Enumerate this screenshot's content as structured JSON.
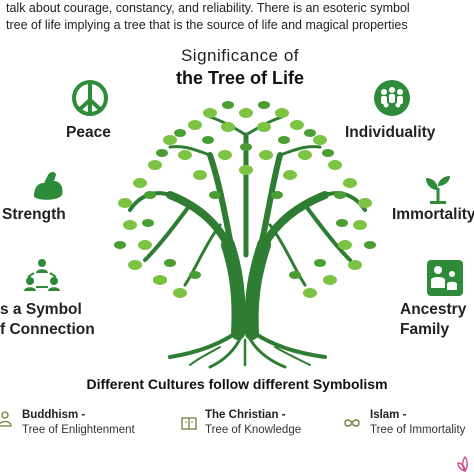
{
  "intro": {
    "line1": "talk about courage, constancy, and reliability. There is an esoteric symbol",
    "line2": "tree of life implying a tree that is the source of life and magical properties"
  },
  "title": {
    "line1": "Significance of",
    "line2": "the Tree of Life"
  },
  "symbols": {
    "peace": "Peace",
    "individuality": "Individuality",
    "strength": "Strength",
    "immortality": "Immortality",
    "connection_line1": "s a Symbol",
    "connection_line2": "f Connection",
    "ancestry_line1": "Ancestry",
    "ancestry_line2": "Family"
  },
  "cultures": {
    "heading": "Different Cultures follow different Symbolism",
    "buddhism_title": "Buddhism -",
    "buddhism_sub": "Tree of Enlightenment",
    "christian_title": "The Christian -",
    "christian_sub": "Tree of Knowledge",
    "islam_title": "Islam -",
    "islam_sub": "Tree of Immortality"
  },
  "colors": {
    "green": "#2e8b3a",
    "leaf_light": "#7cc243",
    "leaf_dark": "#4a9e34",
    "text": "#1c1c1c"
  }
}
